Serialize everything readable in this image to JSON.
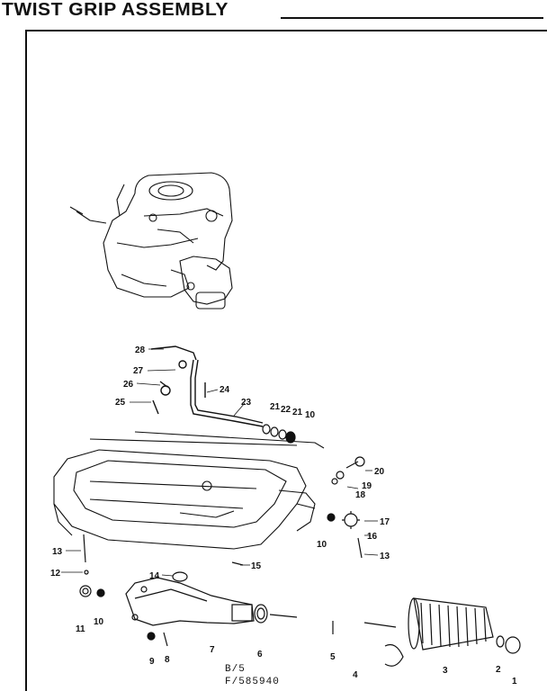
{
  "header": {
    "title": "TWIST GRIP ASSEMBLY"
  },
  "callouts": [
    {
      "id": "c28",
      "text": "28"
    },
    {
      "id": "c27",
      "text": "27"
    },
    {
      "id": "c26",
      "text": "26"
    },
    {
      "id": "c25",
      "text": "25"
    },
    {
      "id": "c24",
      "text": "24"
    },
    {
      "id": "c23",
      "text": "23"
    },
    {
      "id": "c21a",
      "text": "21"
    },
    {
      "id": "c22",
      "text": "22"
    },
    {
      "id": "c21b",
      "text": "21"
    },
    {
      "id": "c10a",
      "text": "10"
    },
    {
      "id": "c20",
      "text": "20"
    },
    {
      "id": "c19",
      "text": "19"
    },
    {
      "id": "c18",
      "text": "18"
    },
    {
      "id": "c17",
      "text": "17"
    },
    {
      "id": "c16",
      "text": "16"
    },
    {
      "id": "c13a",
      "text": "13"
    },
    {
      "id": "c10b",
      "text": "10"
    },
    {
      "id": "c15",
      "text": "15"
    },
    {
      "id": "c14",
      "text": "14"
    },
    {
      "id": "c13b",
      "text": "13"
    },
    {
      "id": "c12",
      "text": "12"
    },
    {
      "id": "c11",
      "text": "11"
    },
    {
      "id": "c10c",
      "text": "10"
    },
    {
      "id": "c9",
      "text": "9"
    },
    {
      "id": "c8",
      "text": "8"
    },
    {
      "id": "c7",
      "text": "7"
    },
    {
      "id": "c6",
      "text": "6"
    },
    {
      "id": "c5",
      "text": "5"
    },
    {
      "id": "c4",
      "text": "4"
    },
    {
      "id": "c3",
      "text": "3"
    },
    {
      "id": "c2",
      "text": "2"
    },
    {
      "id": "c1",
      "text": "1"
    }
  ],
  "footer": {
    "page_code": "B/5",
    "part_code": "F/585940"
  }
}
